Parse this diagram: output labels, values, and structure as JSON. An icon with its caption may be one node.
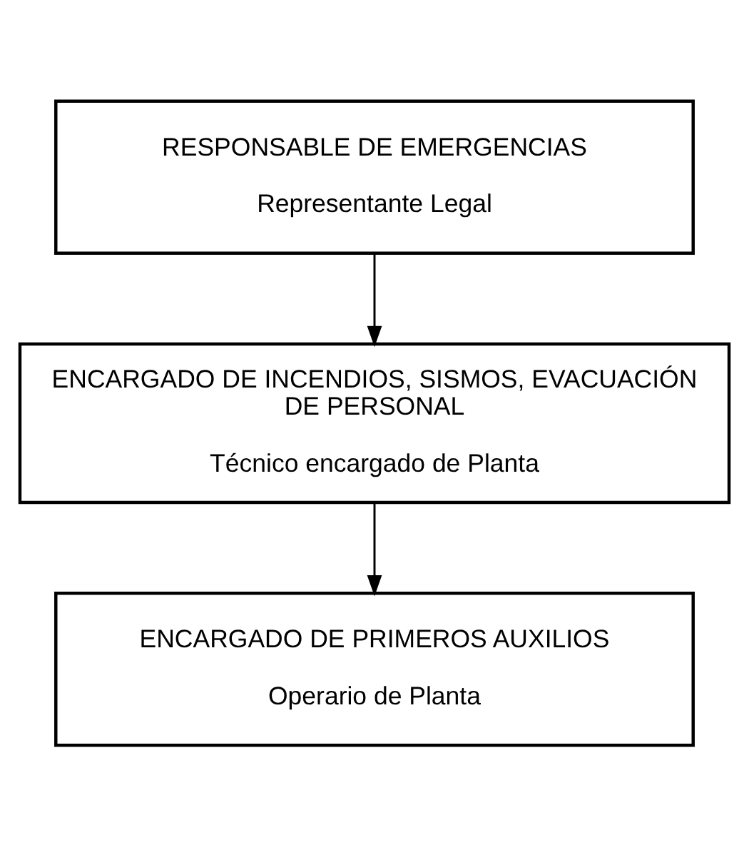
{
  "diagram": {
    "nodes": [
      {
        "text": [
          "RESPONSABLE DE EMERGENCIAS",
          "Representante Legal"
        ]
      },
      {
        "text": [
          "ENCARGADO DE INCENDIOS, SISMOS, EVACUACIÓN DE PERSONAL",
          "Técnico encargado de Planta"
        ]
      },
      {
        "text": [
          "ENCARGADO DE PRIMEROS AUXILIOS",
          "Operario de Planta"
        ]
      }
    ],
    "edges": [
      {
        "from": 0,
        "to": 1,
        "arrow": "to"
      },
      {
        "from": 1,
        "to": 2,
        "arrow": "to"
      }
    ]
  }
}
